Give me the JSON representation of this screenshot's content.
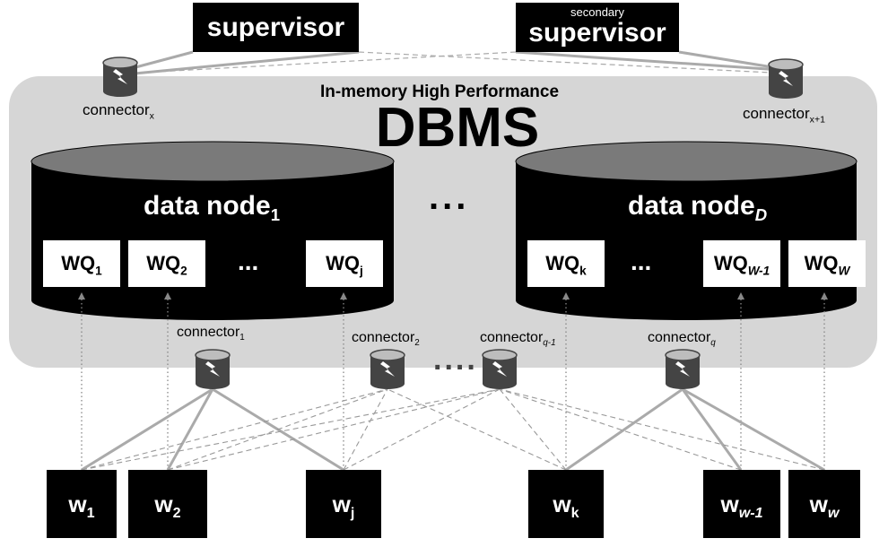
{
  "supervisors": {
    "primary": {
      "label": "supervisor"
    },
    "secondary": {
      "caption": "secondary",
      "label": "supervisor"
    }
  },
  "dbms": {
    "subtitle": "In-memory High Performance",
    "title": "DBMS"
  },
  "top_connectors": [
    {
      "base": "connector",
      "sub": "x"
    },
    {
      "base": "connector",
      "sub": "x+1"
    }
  ],
  "data_nodes": [
    {
      "base": "data node",
      "sub": "1",
      "queues": [
        {
          "base": "WQ",
          "sub": "1"
        },
        {
          "base": "WQ",
          "sub": "2"
        },
        {
          "ellipsis": "..."
        },
        {
          "base": "WQ",
          "sub": "j"
        }
      ]
    },
    {
      "base": "data node",
      "sub": "D",
      "queues": [
        {
          "base": "WQ",
          "sub": "k"
        },
        {
          "ellipsis": "..."
        },
        {
          "base": "WQ",
          "sub": "W-1"
        },
        {
          "base": "WQ",
          "sub": "W"
        }
      ]
    }
  ],
  "node_separator": "...",
  "bottom_connectors": [
    {
      "base": "connector",
      "sub": "1"
    },
    {
      "base": "connector",
      "sub": "2"
    },
    {
      "base": "connector",
      "sub": "q-1"
    },
    {
      "base": "connector",
      "sub": "q"
    }
  ],
  "connector_separator": "....",
  "workers": [
    {
      "base": "w",
      "sub": "1"
    },
    {
      "base": "w",
      "sub": "2"
    },
    {
      "base": "w",
      "sub": "j"
    },
    {
      "base": "w",
      "sub": "k"
    },
    {
      "base": "w",
      "sub": "w-1"
    },
    {
      "base": "w",
      "sub": "w"
    }
  ],
  "colors": {
    "dbms_background": "#d6d6d6",
    "node_body": "#000000",
    "node_top": "#7a7a7a",
    "connector_body": "#444444",
    "link_solid": "#aaaaaa",
    "link_dashed": "#999999"
  }
}
